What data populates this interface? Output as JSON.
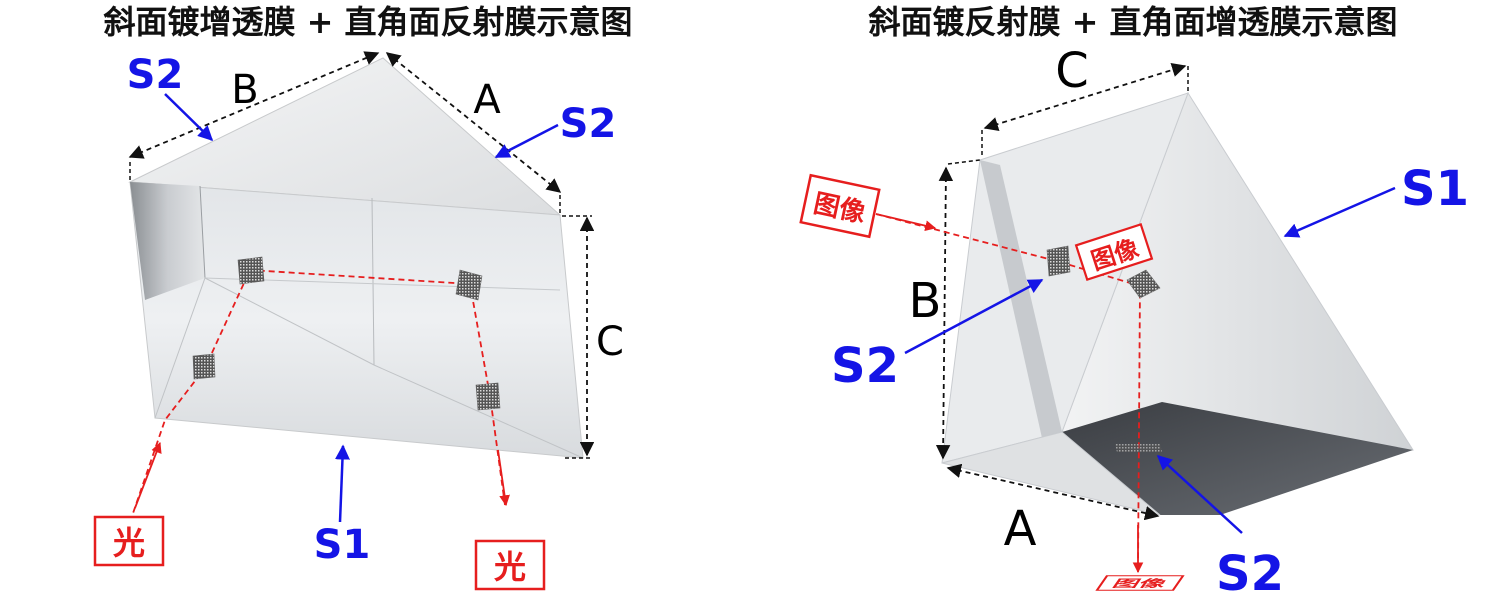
{
  "left": {
    "title": "斜面镀增透膜 + 直角面反射膜示意图",
    "dims": {
      "a": "A",
      "b": "B",
      "c": "C"
    },
    "labels": {
      "s2_top_left": "S2",
      "s2_top_right": "S2",
      "s1": "S1"
    },
    "light_in": "光",
    "light_out": "光"
  },
  "right": {
    "title": "斜面镀反射膜 + 直角面增透膜示意图",
    "dims": {
      "a": "A",
      "b": "B",
      "c": "C"
    },
    "labels": {
      "s1": "S1",
      "s2_left": "S2",
      "s2_bottom": "S2"
    },
    "image_in": "图像",
    "image_mid": "图像",
    "image_out": "图像"
  },
  "colors": {
    "blue": "#1414e6",
    "red": "#e61e1e",
    "prism": "#e8eaec"
  }
}
